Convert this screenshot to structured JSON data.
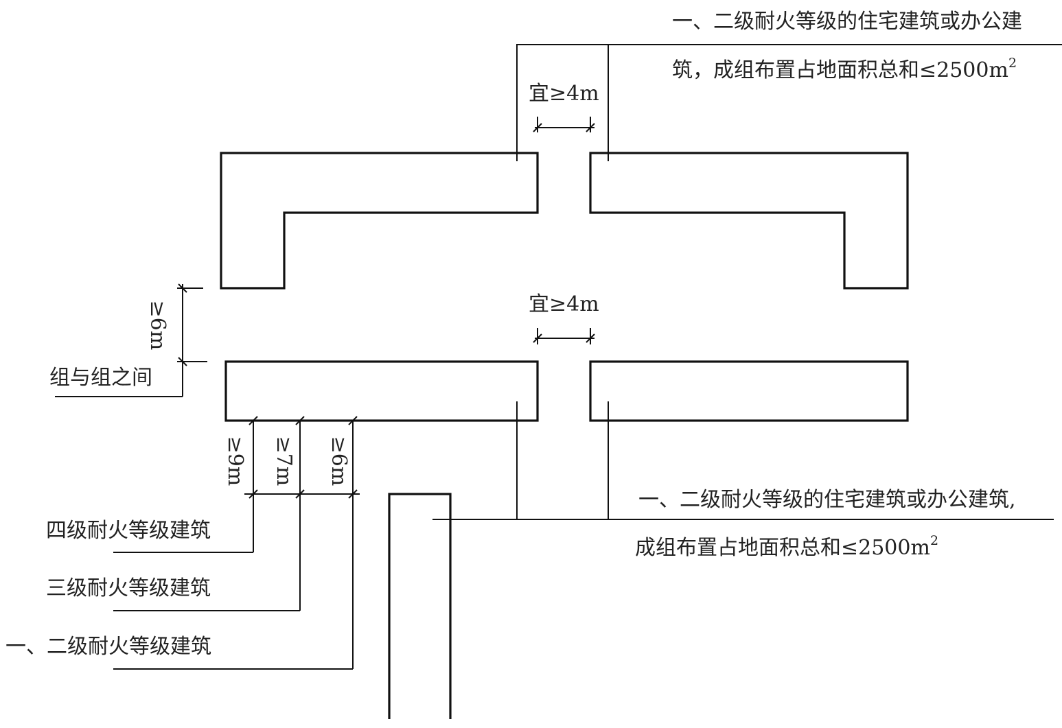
{
  "labels": {
    "top_note_line1": "一、二级耐火等级的住宅建筑或办公建",
    "top_note_line2": "筑，成组布置占地面积总和≤2500m",
    "top_note_sup": "2",
    "top_gap": "宜≥4m",
    "middle_gap": "宜≥4m",
    "group_distance": "≥6m",
    "group_between": "组与组之间",
    "dist_grade4": "≥9m",
    "dist_grade3": "≥7m",
    "dist_grade12": "≥6m",
    "grade4_building": "四级耐火等级建筑",
    "grade3_building": "三级耐火等级建筑",
    "grade12_building": "一、二级耐火等级建筑",
    "bottom_note_line1": "一、二级耐火等级的住宅建筑或办公建筑,",
    "bottom_note_line2": "成组布置占地面积总和≤2500m",
    "bottom_note_sup": "2"
  }
}
